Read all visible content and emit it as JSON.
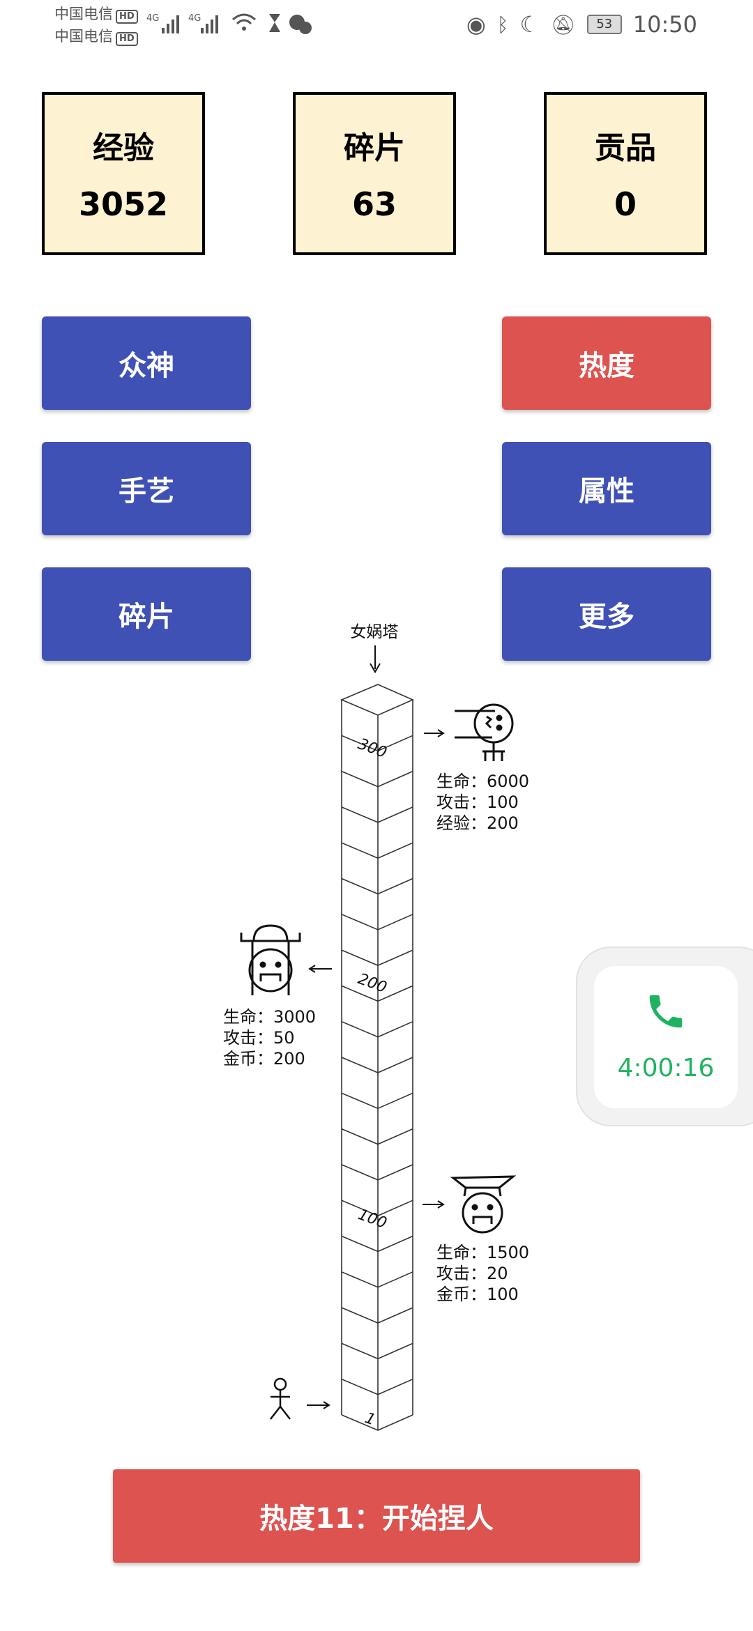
{
  "status_bar": {
    "carrier1": "中国电信",
    "carrier2": "中国电信",
    "hd": "HD",
    "net": "4G",
    "battery": "53",
    "time": "10:50"
  },
  "stats": [
    {
      "label": "经验",
      "value": "3052"
    },
    {
      "label": "碎片",
      "value": "63"
    },
    {
      "label": "贡品",
      "value": "0"
    }
  ],
  "buttons": {
    "gods": "众神",
    "heat": "热度",
    "craft": "手艺",
    "attributes": "属性",
    "fragments": "碎片",
    "more": "更多"
  },
  "tower": {
    "title": "女娲塔",
    "floors": [
      "300",
      "200",
      "100",
      "1"
    ],
    "enemy_300": [
      "生命：6000",
      "攻击：100",
      "经验：200"
    ],
    "enemy_200": [
      "生命：3000",
      "攻击：50",
      "金币：200"
    ],
    "enemy_100": [
      "生命：1500",
      "攻击：20",
      "金币：100"
    ]
  },
  "call": {
    "duration": "4:00:16"
  },
  "start_button": "热度11：开始捏人",
  "colors": {
    "blue": "#3f51b5",
    "red": "#dc5350",
    "box": "#fdf2d1",
    "call_green": "#1fb361"
  }
}
